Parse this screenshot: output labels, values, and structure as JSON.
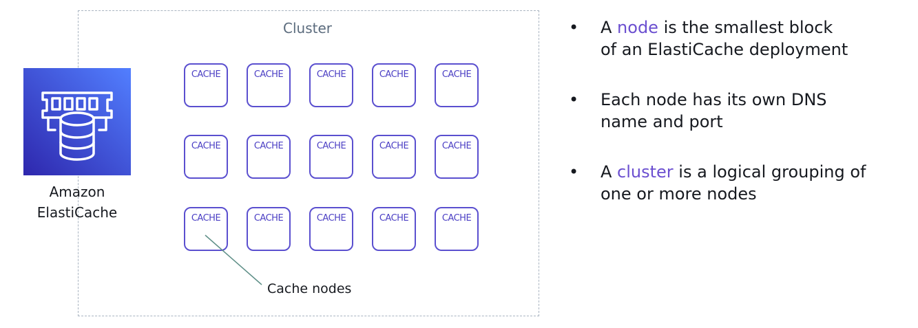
{
  "cluster": {
    "label": "Cluster"
  },
  "service": {
    "name_line1": "Amazon",
    "name_line2": "ElastiCache"
  },
  "node_label": "CACHE",
  "callout": "Cache nodes",
  "bullets": [
    {
      "pre": "A ",
      "highlight": "node",
      "post_line1": " is the smallest block",
      "line2": "of an ElastiCache deployment"
    },
    {
      "pre": "Each node has its own DNS",
      "highlight": "",
      "post_line1": "",
      "line2": "name and port"
    },
    {
      "pre": "A ",
      "highlight": "cluster",
      "post_line1": " is a logical grouping of",
      "line2": "one or more nodes"
    }
  ],
  "colors": {
    "highlight": "#6b4fd0",
    "node_border": "#5a4fcf",
    "tile_from": "#2e27ad",
    "tile_to": "#527fff"
  }
}
